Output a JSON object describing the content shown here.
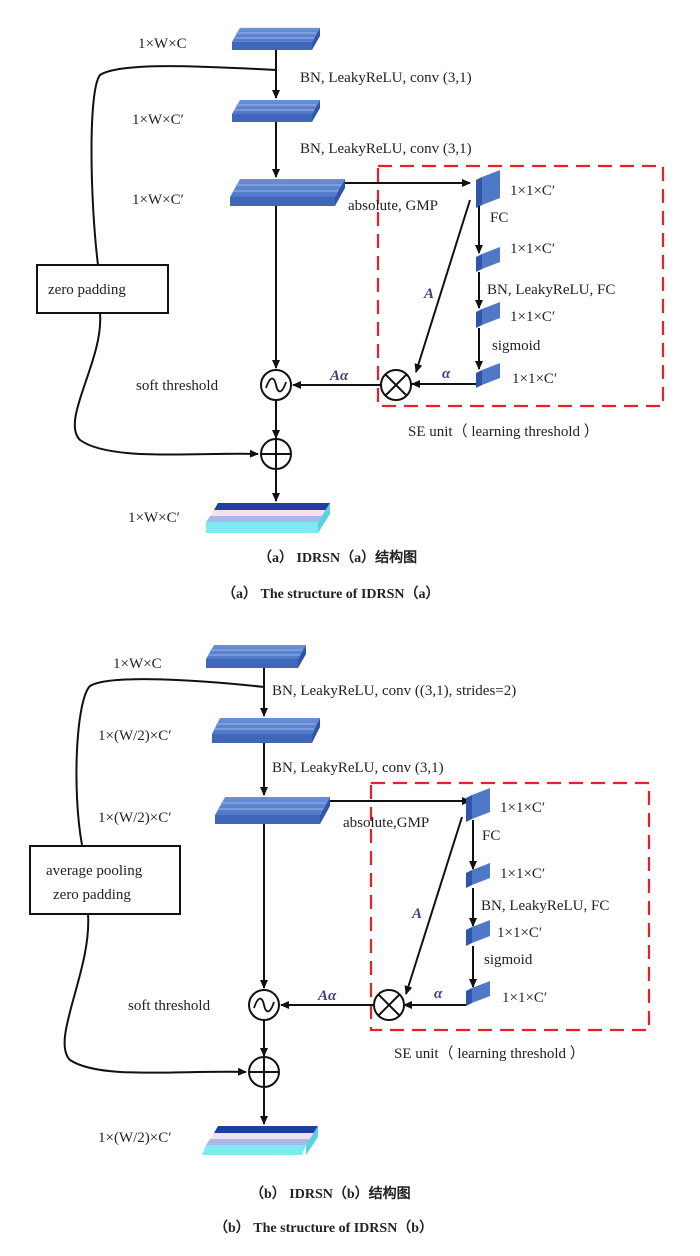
{
  "diagram_a": {
    "input_label": "1×W×C",
    "layer1_label": "1×W×C′",
    "layer2_label": "1×W×C′",
    "output_label": "1×W×C′",
    "op1": "BN, LeakyReLU, conv (3,1)",
    "op2": "BN, LeakyReLU, conv (3,1)",
    "shortcut_box": "zero padding",
    "gmp_label": "absolute, GMP",
    "se_vec1": "1×1×C′",
    "se_op1": "FC",
    "se_vec2": "1×1×C′",
    "se_op2": "BN, LeakyReLU, FC",
    "se_vec3": "1×1×C′",
    "se_op3": "sigmoid",
    "se_vec4": "1×1×C′",
    "a_label": "A",
    "alpha_label": "α",
    "aalpha_label": "Aα",
    "soft_threshold": "soft threshold",
    "se_caption": "SE unit（ learning threshold ）",
    "caption_cn": "（a） IDRSN（a）结构图",
    "caption_en": "（a） The structure of IDRSN（a）"
  },
  "diagram_b": {
    "input_label": "1×W×C",
    "layer1_label": "1×(W/2)×C′",
    "layer2_label": "1×(W/2)×C′",
    "output_label": "1×(W/2)×C′",
    "op1": "BN, LeakyReLU,  conv ((3,1), strides=2)",
    "op2": "BN, LeakyReLU,  conv (3,1)",
    "shortcut_box_line1": "average pooling",
    "shortcut_box_line2": "zero padding",
    "gmp_label": "absolute,GMP",
    "se_vec1": "1×1×C′",
    "se_op1": "FC",
    "se_vec2": "1×1×C′",
    "se_op2": "BN, LeakyReLU, FC",
    "se_vec3": "1×1×C′",
    "se_op3": "sigmoid",
    "se_vec4": "1×1×C′",
    "a_label": "A",
    "alpha_label": "α",
    "aalpha_label": "Aα",
    "soft_threshold": "soft threshold",
    "se_caption": "SE unit（ learning threshold ）",
    "caption_cn": "（b） IDRSN（b）结构图",
    "caption_en": "（b） The structure of IDRSN（b）"
  },
  "colors": {
    "block_blue": "#4f78c8",
    "block_blue_dark": "#2f55a8",
    "se_dash_red": "#e8202a",
    "output_cyan": "#7fe8f0",
    "output_navy": "#1f3fa0"
  }
}
